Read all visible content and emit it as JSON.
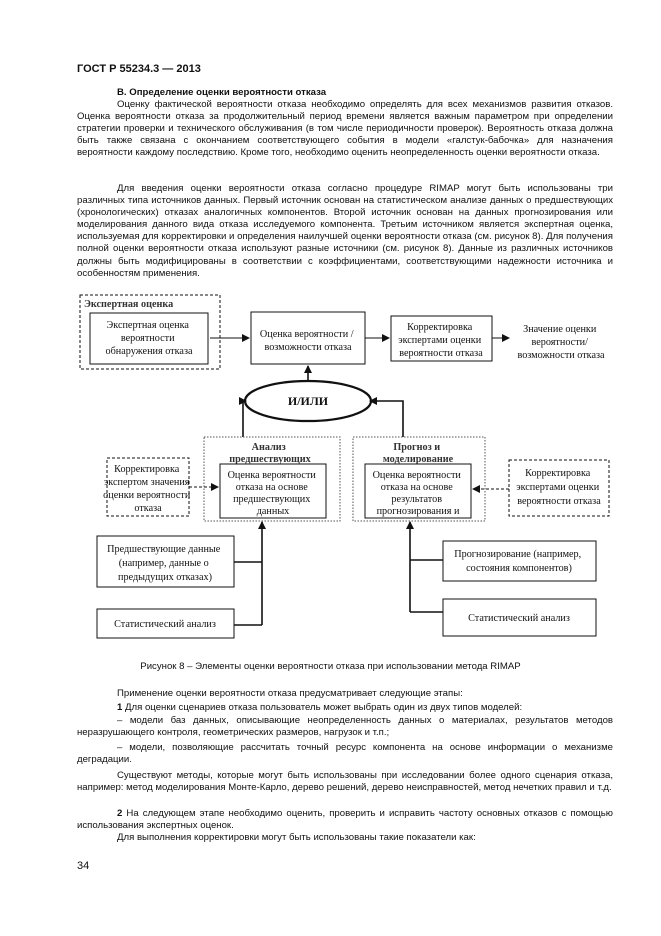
{
  "header": {
    "standard": "ГОСТ Р 55234.3 — 2013"
  },
  "section": {
    "title": "В. Определение оценки вероятности отказа"
  },
  "intro_paragraphs": [
    "Оценку фактической вероятности отказа необходимо определять для всех механизмов развития отказов. Оценка вероятности отказа за продолжительный период времени является важным параметром при определении стратегии проверки и технического обслуживания (в том числе периодичности проверок). Вероятность отказа должна быть также связана с окончанием соответствующего события в модели «галстук-бабочка» для назначения вероятности каждому последствию. Кроме того, необходимо оценить неопределенность оценки вероятности отказа.",
    "Для введения оценки вероятности отказа согласно процедуре RIMAP могут быть использованы три различных типа источников данных. Первый источник основан на статистическом анализе данных о предшествующих (хронологических) отказах аналогичных компонентов. Второй источник основан на данных прогнозирования или моделирования данного вида отказа исследуемого компонента. Третьим источником является экспертная оценка, используемая для корректировки и определения наилучшей оценки вероятности отказа (см. рисунок 8). Для получения полной оценки вероятности отказа используют разные источники (см. рисунок 8). Данные из различных источников должны быть модифицированы в соответствии с коэффициентами, соответствующими надежности источника и особенностям применения."
  ],
  "diagram": {
    "expert_group_label": "Экспертная оценка",
    "expert_box": [
      "Экспертная оценка",
      "вероятности",
      "обнаружения отказа"
    ],
    "center_box": [
      "Оценка вероятности /",
      "возможности отказа"
    ],
    "correction_top": [
      "Корректировка",
      "экспертами оценки",
      "вероятности отказа"
    ],
    "result": [
      "Значение оценки",
      "вероятности/",
      "возможности отказа"
    ],
    "andor": "И/ИЛИ",
    "analysis_title": [
      "Анализ",
      "предшествующих"
    ],
    "analysis_box": [
      "Оценка вероятности",
      "отказа на основе",
      "предшествующих",
      "данных"
    ],
    "forecast_title": [
      "Прогноз и",
      "моделирование"
    ],
    "forecast_box": [
      "Оценка вероятности",
      "отказа на основе",
      "результатов",
      "прогнозирования и"
    ],
    "correction_left": [
      "Корректировка",
      "экспертом значения",
      "оценки вероятности",
      "отказа"
    ],
    "correction_right": [
      "Корректировка",
      "экспертами оценки",
      "вероятности отказа"
    ],
    "prior_data": [
      "Предшествующие данные",
      "(например, данные о",
      "предыдущих отказах)"
    ],
    "stat_left": [
      "Статистический анализ"
    ],
    "forecasting": [
      "Прогнозирование (например,",
      "состояния компонентов)"
    ],
    "stat_right": [
      "Статистический анализ"
    ]
  },
  "caption": "Рисунок 8 – Элементы оценки вероятности отказа при использовании метода RIMAP",
  "stages_intro": "Применение оценки вероятности отказа предусматривает следующие этапы:",
  "stage1_num": "1",
  "stage1_text": "Для оценки сценариев отказа пользователь может выбрать один из двух типов моделей:",
  "item1": "–  модели баз данных, описывающие неопределенность данных о материалах, результатов методов неразрушающего контроля, геометрических размеров, нагрузок и т.п.;",
  "item2": "–  модели, позволяющие рассчитать точный ресурс компонента на основе информации о механизме деградации.",
  "methods_text": "Существуют методы, которые могут быть использованы при исследовании более одного сценария отказа, например: метод моделирования Монте-Карло, дерево решений, дерево неисправностей, метод нечетких правил и т.д.",
  "stage2_num": "2",
  "stage2_text": "На следующем этапе необходимо оценить, проверить и исправить частоту основных отказов с помощью использования экспертных оценок.",
  "closing": "Для выполнения корректировки могут быть использованы такие показатели как:",
  "page_number": "34"
}
